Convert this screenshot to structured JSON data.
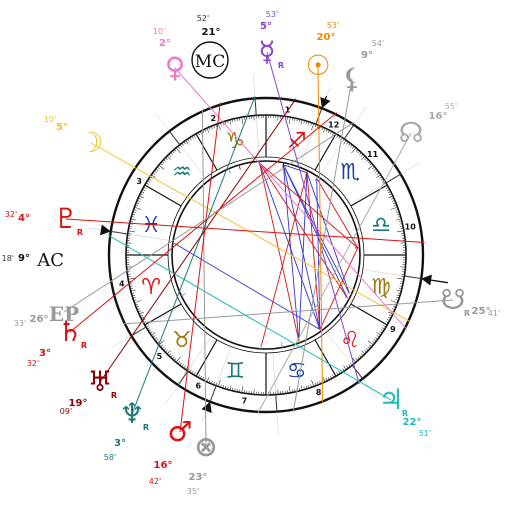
{
  "chart_data": {
    "type": "astrological-wheel",
    "center": [
      266,
      255
    ],
    "rotation_deg": 180,
    "signs": [
      {
        "id": "aries",
        "glyph": "♈",
        "color": "#dd1111"
      },
      {
        "id": "taurus",
        "glyph": "♉",
        "color": "#a07810"
      },
      {
        "id": "gemini",
        "glyph": "♊",
        "color": "#1a7a7a"
      },
      {
        "id": "cancer",
        "glyph": "♋",
        "color": "#1a3ca6"
      },
      {
        "id": "leo",
        "glyph": "♌",
        "color": "#dd1111"
      },
      {
        "id": "virgo",
        "glyph": "♍",
        "color": "#a07810"
      },
      {
        "id": "libra",
        "glyph": "♎",
        "color": "#1a7a7a"
      },
      {
        "id": "scorpio",
        "glyph": "♏",
        "color": "#1a3ca6"
      },
      {
        "id": "sagittarius",
        "glyph": "♐",
        "color": "#dd1111"
      },
      {
        "id": "capricorn",
        "glyph": "♑",
        "color": "#a07810"
      },
      {
        "id": "aquarius",
        "glyph": "♒",
        "color": "#1a7a7a"
      },
      {
        "id": "pisces",
        "glyph": "♓",
        "color": "#1a3ca6"
      }
    ],
    "houses": [
      {
        "num": "1",
        "lon": 249.15
      },
      {
        "num": "2",
        "lon": 274
      },
      {
        "num": "3",
        "lon": 308
      },
      {
        "num": "4",
        "lon": 351.35
      },
      {
        "num": "5",
        "lon": 31
      },
      {
        "num": "6",
        "lon": 56
      },
      {
        "num": "7",
        "lon": 69.15
      },
      {
        "num": "8",
        "lon": 94
      },
      {
        "num": "9",
        "lon": 128
      },
      {
        "num": "10",
        "lon": 171.35
      },
      {
        "num": "11",
        "lon": 211
      },
      {
        "num": "12",
        "lon": 236
      }
    ],
    "axes": [
      {
        "id": "ac",
        "label": "AC",
        "deg": "9°",
        "min": "18'",
        "lon": 249.15
      },
      {
        "id": "mc",
        "label": "MC",
        "deg": "21°",
        "min": "52'",
        "lon": 171.35
      }
    ],
    "planets": [
      {
        "id": "moon",
        "glyph": "☽",
        "deg": "5°",
        "min": "10'",
        "retro": "",
        "color": "#f2c230",
        "lon": 155.17
      },
      {
        "id": "venus",
        "glyph": "♀",
        "deg": "2°",
        "min": "10'",
        "retro": "",
        "color": "#ee77cc",
        "lon": 152.17
      },
      {
        "id": "mercury",
        "glyph": "☿",
        "deg": "5°",
        "min": "53'",
        "retro": "R",
        "color": "#8844cc",
        "lon": 125.88
      },
      {
        "id": "sun",
        "glyph": "☉",
        "deg": "20°",
        "min": "53'",
        "retro": "",
        "color": "#ee8800",
        "lon": 110.88
      },
      {
        "id": "lilith",
        "glyph": "⚸",
        "deg": "9°",
        "min": "54'",
        "retro": "",
        "color": "#999999",
        "lon": 99.9
      },
      {
        "id": "node",
        "glyph": "☊",
        "deg": "16°",
        "min": "55'",
        "retro": "",
        "color": "#aaaaaa",
        "lon": 86.92
      },
      {
        "id": "lot-of-fortune",
        "glyph": "☋",
        "deg": "25°",
        "min": "41'",
        "retro": "R",
        "color": "#999999",
        "lon": 25.68
      },
      {
        "id": "jupiter",
        "glyph": "♃",
        "deg": "22°",
        "min": "51'",
        "retro": "R",
        "color": "#22bbbb",
        "lon": 352.85
      },
      {
        "id": "part-of-fortune",
        "glyph": "⊗",
        "deg": "23°",
        "min": "35'",
        "retro": "",
        "color": "#999999",
        "lon": 293.58
      },
      {
        "id": "mars",
        "glyph": "♂",
        "deg": "16°",
        "min": "42'",
        "retro": "",
        "color": "#dd1111",
        "lon": 286.7
      },
      {
        "id": "neptune",
        "glyph": "♆",
        "deg": "3°",
        "min": "58'",
        "retro": "R",
        "color": "#1a7a7a",
        "lon": 273.97
      },
      {
        "id": "uranus",
        "glyph": "♅",
        "deg": "19°",
        "min": "09'",
        "retro": "R",
        "color": "#8b0000",
        "lon": 259.15
      },
      {
        "id": "saturn",
        "glyph": "♄",
        "deg": "3°",
        "min": "32'",
        "retro": "R",
        "color": "#dd1111",
        "lon": 243.53
      },
      {
        "id": "ep",
        "glyph": "EP",
        "deg": "26°",
        "min": "33'",
        "retro": "",
        "color": "#999999",
        "lon": 236.55
      },
      {
        "id": "pluto",
        "glyph": "♇",
        "deg": "4°",
        "min": "32'",
        "retro": "R",
        "color": "#dd1111",
        "lon": 184.53
      }
    ],
    "aspects": [
      {
        "from": "mercury",
        "to": "ep",
        "color": "#3333cc"
      },
      {
        "from": "mercury",
        "to": "saturn",
        "color": "#dd1111"
      },
      {
        "from": "mercury",
        "to": "uranus",
        "color": "#3333cc"
      },
      {
        "from": "mercury",
        "to": "neptune",
        "color": "#3333cc"
      },
      {
        "from": "mercury",
        "to": "jupiter",
        "color": "#3333cc"
      },
      {
        "from": "sun",
        "to": "saturn",
        "color": "#3333cc"
      },
      {
        "from": "sun",
        "to": "neptune",
        "color": "#dd1111"
      },
      {
        "from": "sun",
        "to": "uranus",
        "color": "#3333cc"
      },
      {
        "from": "moon",
        "to": "saturn",
        "color": "#3333cc"
      },
      {
        "from": "moon",
        "to": "uranus",
        "color": "#3333cc"
      },
      {
        "from": "venus",
        "to": "neptune",
        "color": "#dd1111"
      },
      {
        "from": "venus",
        "to": "uranus",
        "color": "#3333cc"
      },
      {
        "from": "pluto",
        "to": "ep",
        "color": "#dd1111"
      },
      {
        "from": "pluto",
        "to": "mercury",
        "color": "#dd1111"
      },
      {
        "from": "node",
        "to": "saturn",
        "color": "#dd1111"
      },
      {
        "from": "saturn",
        "to": "uranus",
        "color": "#3333cc"
      },
      {
        "from": "pluto",
        "to": "neptune",
        "color": "#dd1111"
      }
    ]
  }
}
